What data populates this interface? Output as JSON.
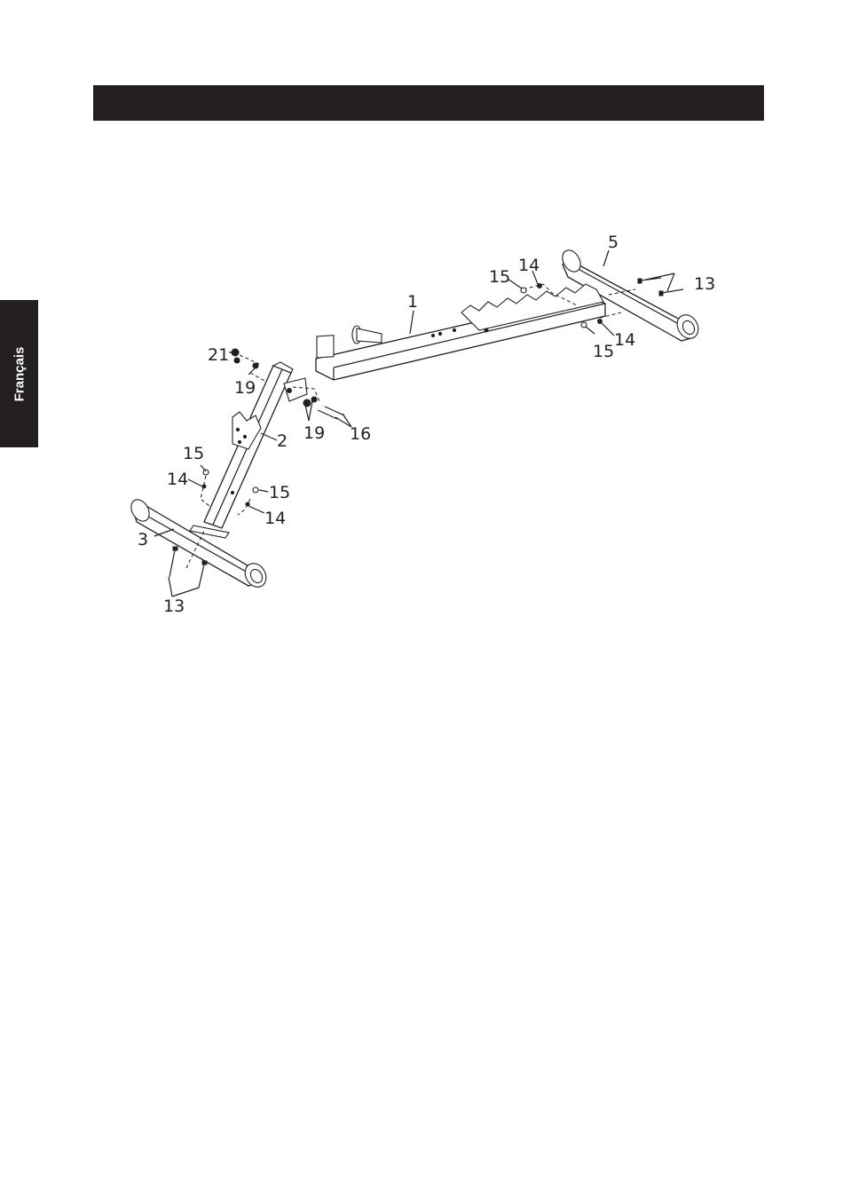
{
  "sidebar_tab": {
    "language": "Français"
  },
  "diagram": {
    "labels": {
      "p1": "1",
      "p2": "2",
      "p3": "3",
      "p5": "5",
      "p13_top": "13",
      "p13_bottom": "13",
      "p14_top": "14",
      "p14_right": "14",
      "p14_left": "14",
      "p14_mid": "14",
      "p15_top": "15",
      "p15_right": "15",
      "p15_left": "15",
      "p15_mid": "15",
      "p16": "16",
      "p19_top": "19",
      "p19_mid": "19",
      "p21": "21"
    }
  }
}
